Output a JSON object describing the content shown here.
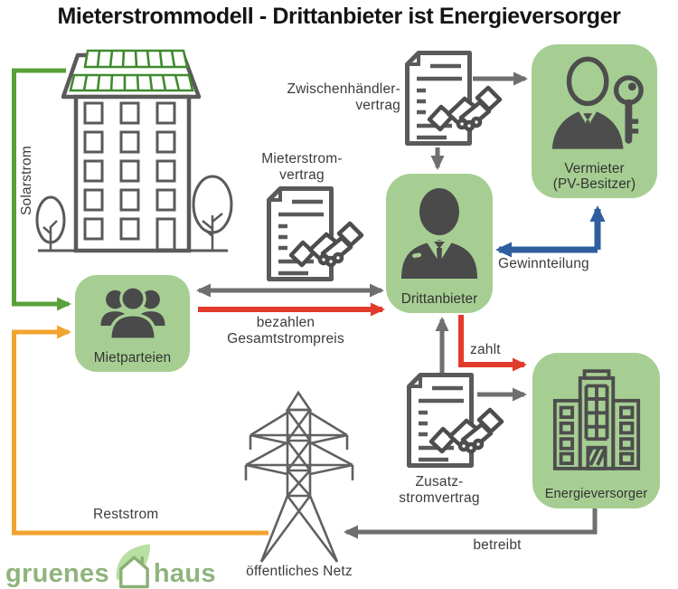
{
  "title": "Mieterstrommodell - Drittanbieter ist Energieversorger",
  "diagram": {
    "nodes": {
      "mietparteien": {
        "label": "Mietparteien",
        "icon": "people-group-icon"
      },
      "drittanbieter": {
        "label": "Drittanbieter",
        "icon": "businessman-icon"
      },
      "vermieter": {
        "label": "Vermieter",
        "sublabel": "(PV-Besitzer)",
        "icon": "landlord-with-key-icon"
      },
      "energieversorger": {
        "label": "Energieversorger",
        "icon": "office-building-icon"
      }
    },
    "edges": {
      "solarstrom": "Solarstrom",
      "zwischenhaendlervertrag": {
        "line1": "Zwischenhändler-",
        "line2": "vertrag"
      },
      "mieterstromvertrag": {
        "line1": "Mieterstrom-",
        "line2": "vertrag"
      },
      "gewinnteilung": "Gewinnteilung",
      "bezahlen": {
        "line1": "bezahlen",
        "line2": "Gesamtstrompreis"
      },
      "zahlt": "zahlt",
      "zusatzstromvertrag": {
        "line1": "Zusatz-",
        "line2": "stromvertrag"
      },
      "reststrom": "Reststrom",
      "betreibt": "betreibt",
      "oeffentliches_netz": "öffentliches Netz"
    },
    "illustrations": {
      "solar_building": "apartment-building-with-solar-panels",
      "power_tower": "transmission-tower",
      "contract": "contract-with-handshake-icon"
    }
  },
  "logo": {
    "word1": "gruenes",
    "word2": "haus",
    "icon": "leaf-house-icon"
  },
  "colors": {
    "node_green": "#a6ce93",
    "solar_panel_green": "#3f8a2e",
    "arrow_green": "#5aa03a",
    "arrow_orange": "#f2a32f",
    "arrow_red": "#e23b2c",
    "arrow_blue": "#2e5e9e",
    "arrow_gray": "#6f6f6f",
    "outline_gray": "#5a5a5a",
    "icon_dark": "#4a4a4a",
    "text_dark": "#3b3b3b",
    "logo_green": "#8fb47c",
    "logo_leaf_green": "#b9e0a3"
  }
}
